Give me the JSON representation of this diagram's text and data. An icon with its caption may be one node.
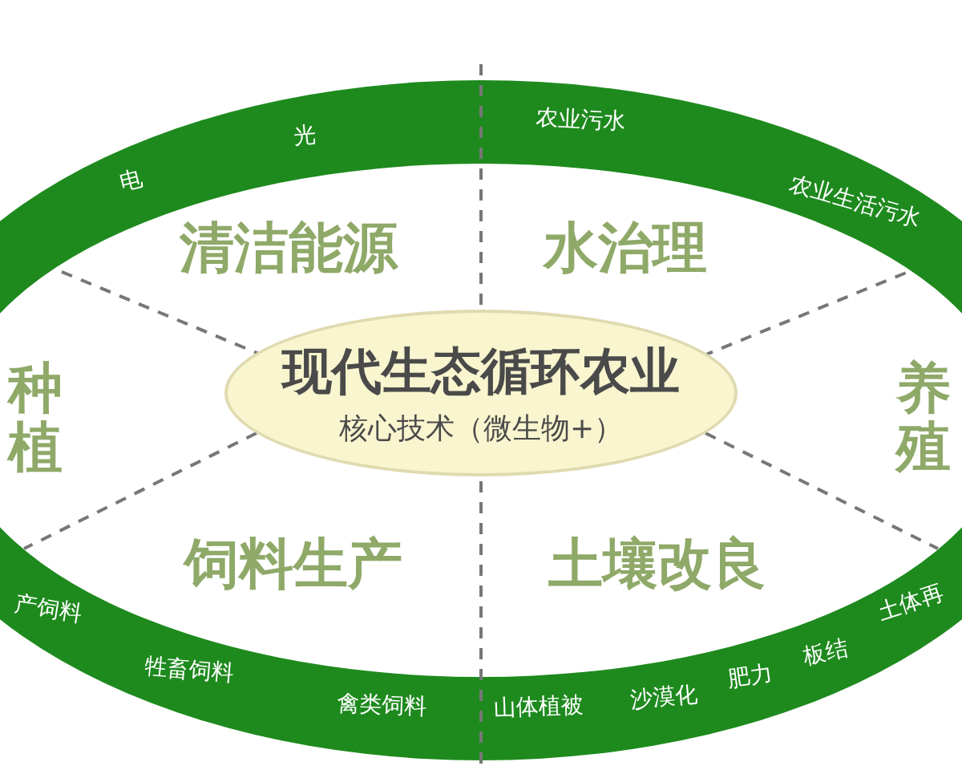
{
  "diagram": {
    "nodes": [
      {
        "text": [
          "现代生态循环农业",
          "核心技术（微生物+）"
        ]
      }
    ],
    "labels": [
      "电",
      "光",
      "农业污水",
      "农业生活污水",
      "清洁能源",
      "水治理",
      "种植",
      "养殖",
      "饲料生产",
      "土壤改良",
      "产饲料",
      "牲畜饲料",
      "禽类饲料",
      "山体植被",
      "沙漠化",
      "肥力",
      "板结",
      "土体再"
    ]
  }
}
